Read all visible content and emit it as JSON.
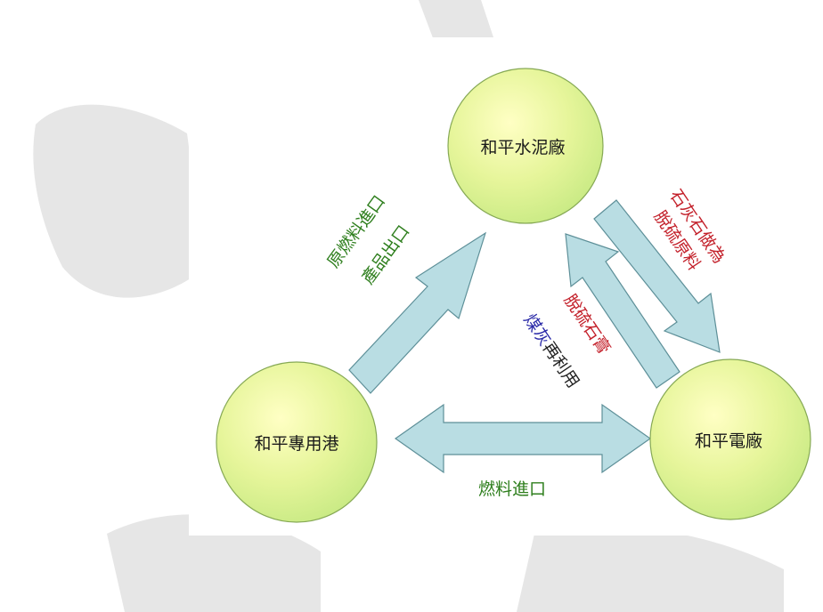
{
  "colors": {
    "node_fill_light": "#ffffc4",
    "node_fill_mid": "#e6f59a",
    "node_fill_dark": "#c8ea84",
    "node_stroke": "#86a955",
    "arrow_fill": "#b9dde3",
    "arrow_stroke": "#5d8f98",
    "label_green": "#2f7f1e",
    "label_red": "#c3202a",
    "label_blue": "#2a2aa8",
    "label_dark": "#222222",
    "watermark": "#d2d2d2"
  },
  "nodes": {
    "cement": {
      "label": "和平水泥廠"
    },
    "port": {
      "label": "和平專用港"
    },
    "power": {
      "label": "和平電廠"
    }
  },
  "edges": {
    "port_cement": {
      "line1": "原燃料進口",
      "line2": "產品出口"
    },
    "cement_power": {
      "line1": "石灰石做為",
      "line2": "脫硫原料"
    },
    "power_cement": {
      "line1": "脫硫石膏",
      "line2_part1": "煤灰",
      "line2_part2": "再利用"
    },
    "port_power": {
      "label": "燃料進口"
    }
  }
}
